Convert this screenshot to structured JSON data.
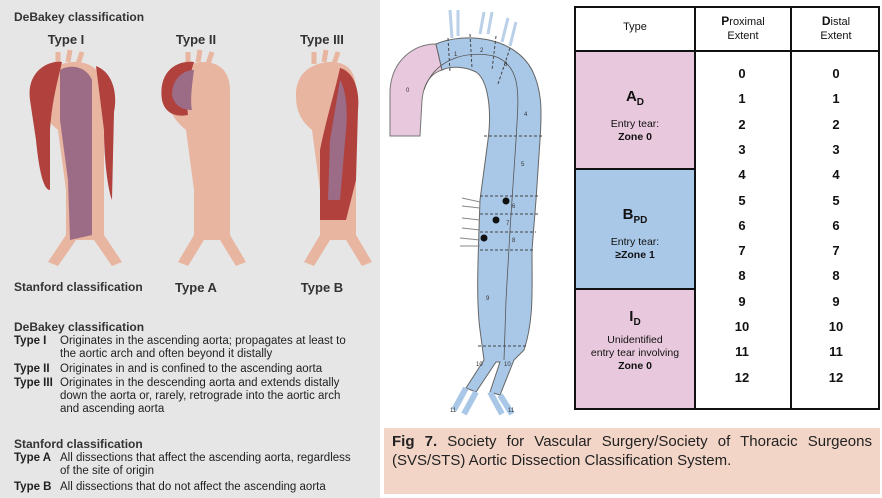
{
  "left_panel": {
    "debakey_title": "DeBakey classification",
    "types_top": [
      "Type I",
      "Type II",
      "Type III"
    ],
    "stanford_title": "Stanford classification",
    "types_bottom": [
      "Type A",
      "Type B"
    ],
    "legend_debakey_title": "DeBakey classification",
    "legend_debakey": [
      {
        "key": "Type I",
        "text": "Originates in the ascending aorta; propagates at least to the aortic arch and often beyond it distally"
      },
      {
        "key": "Type II",
        "text": "Originates in and is confined to the ascending aorta"
      },
      {
        "key": "Type III",
        "text": "Originates in the descending aorta and extends distally down the aorta or, rarely, retrograde into the aortic arch and ascending aorta"
      }
    ],
    "legend_stanford_title": "Stanford classification",
    "legend_stanford": [
      {
        "key": "Type A",
        "text": "All dissections that affect the ascending aorta, regardless of the site of origin"
      },
      {
        "key": "Type B",
        "text": "All dissections that do not affect the ascending aorta"
      }
    ]
  },
  "zone_diagram": {
    "zone_labels": [
      "0",
      "1",
      "2",
      "3",
      "4",
      "5",
      "6",
      "7",
      "8",
      "9",
      "10",
      "10",
      "11",
      "11"
    ]
  },
  "table": {
    "headers": {
      "type": "Type",
      "proximal_first": "P",
      "proximal_rest": "roximal",
      "proximal_line2": "Extent",
      "distal_first": "D",
      "distal_rest": "istal",
      "distal_line2": "Extent"
    },
    "rows": [
      {
        "code": "A",
        "sub": "D",
        "note_line1": "Entry tear:",
        "note_line2": "",
        "note_bold": "Zone 0",
        "color": "#e8c8dc"
      },
      {
        "code": "B",
        "sub": "PD",
        "note_line1": "Entry tear:",
        "note_line2": "",
        "note_bold": "≥Zone 1",
        "color": "#a9c8e8"
      },
      {
        "code": "I",
        "sub": "D",
        "note_line1": "Unidentified",
        "note_line2": "entry tear involving",
        "note_bold": "Zone 0",
        "color": "#e8c8dc"
      }
    ],
    "proximal_values": [
      "0",
      "1",
      "2",
      "3",
      "4",
      "5",
      "6",
      "7",
      "8",
      "9",
      "10",
      "11",
      "12"
    ],
    "distal_values": [
      "0",
      "1",
      "2",
      "3",
      "4",
      "5",
      "6",
      "7",
      "8",
      "9",
      "10",
      "11",
      "12"
    ]
  },
  "caption": {
    "label": "Fig 7.",
    "text": " Society for Vascular Surgery/Society of Thoracic Surgeons (SVS/STS) Aortic Dissection Classification System."
  },
  "colors": {
    "panel_bg": "#e6e6e6",
    "aorta_pale": "#e8b5a0",
    "dissection_red": "#b0413d",
    "lumen_mauve": "#9c6b85",
    "zone_blue": "#a9c8e8",
    "zone_pink": "#e8c8dc",
    "caption_bg": "#f2d5c7"
  }
}
